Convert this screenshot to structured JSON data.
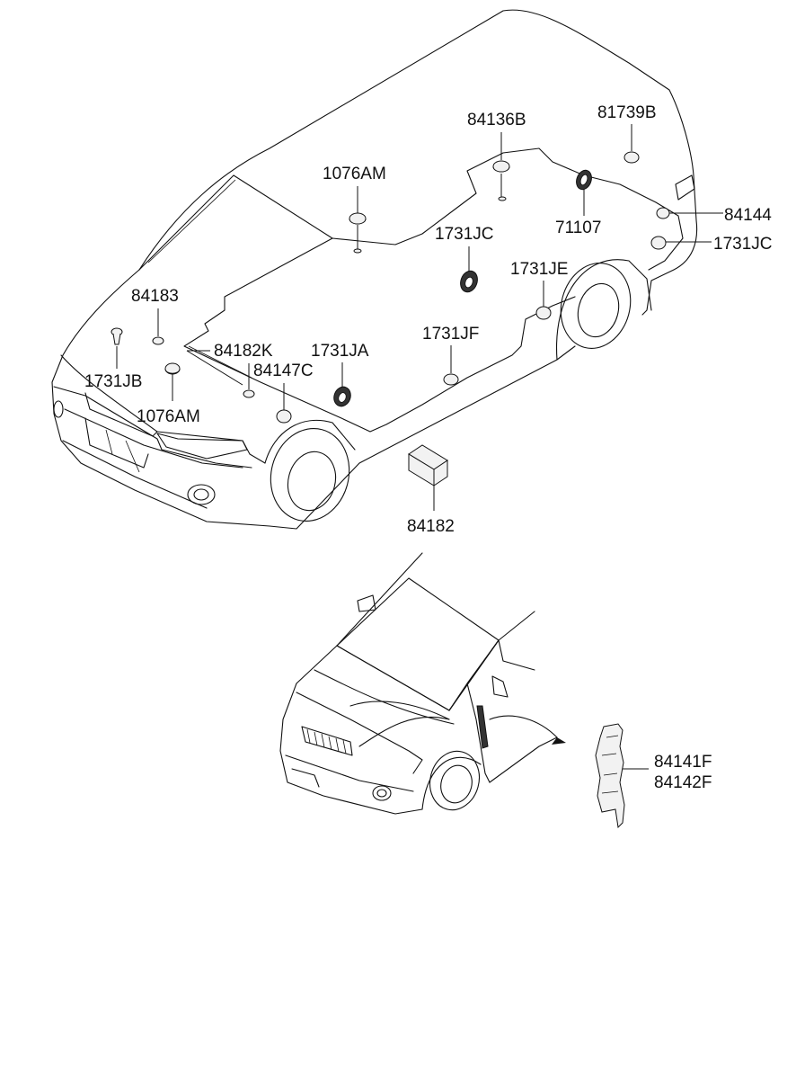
{
  "callouts": [
    {
      "id": "c-84136b",
      "text": "84136B"
    },
    {
      "id": "c-81739b",
      "text": "81739B"
    },
    {
      "id": "c-1076am-top",
      "text": "1076AM"
    },
    {
      "id": "c-71107",
      "text": "71107"
    },
    {
      "id": "c-84144",
      "text": "84144"
    },
    {
      "id": "c-1731jc-mid",
      "text": "1731JC"
    },
    {
      "id": "c-1731jc-right",
      "text": "1731JC"
    },
    {
      "id": "c-1731je",
      "text": "1731JE"
    },
    {
      "id": "c-84183",
      "text": "84183"
    },
    {
      "id": "c-1731jf",
      "text": "1731JF"
    },
    {
      "id": "c-84182k",
      "text": "84182K"
    },
    {
      "id": "c-1731ja",
      "text": "1731JA"
    },
    {
      "id": "c-84147c",
      "text": "84147C"
    },
    {
      "id": "c-1731jb",
      "text": "1731JB"
    },
    {
      "id": "c-1076am-bottom",
      "text": "1076AM"
    },
    {
      "id": "c-84182",
      "text": "84182"
    },
    {
      "id": "c-84141f",
      "text": "84141F"
    },
    {
      "id": "c-84142f",
      "text": "84142F"
    }
  ]
}
